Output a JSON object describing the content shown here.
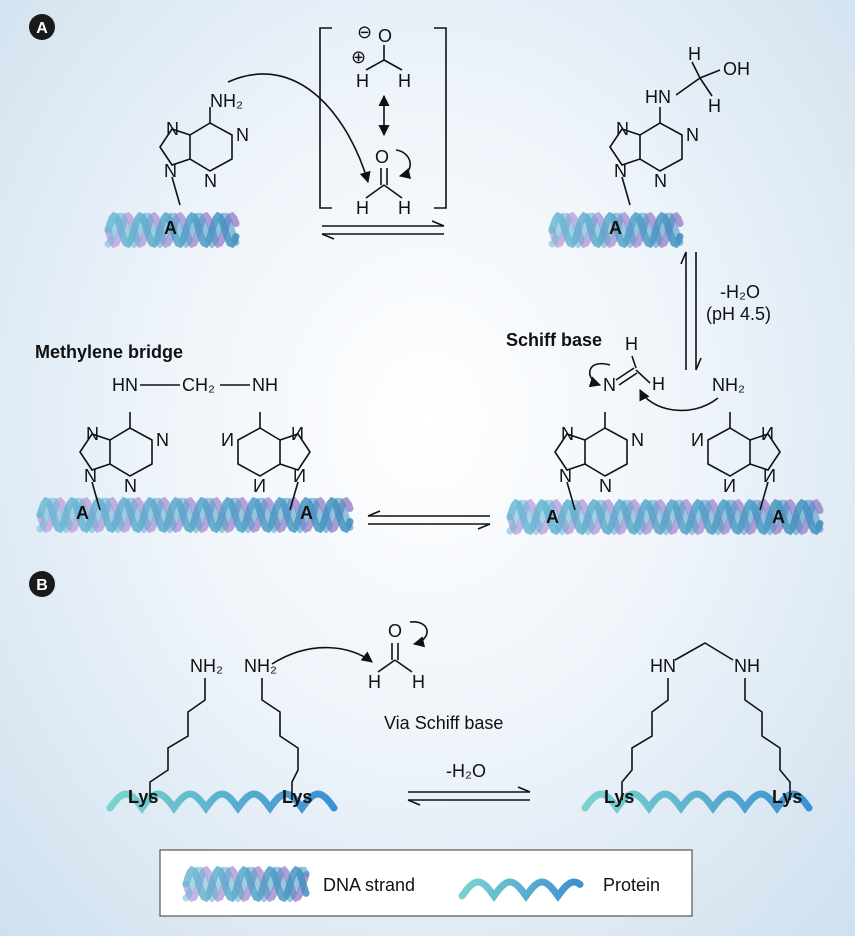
{
  "panels": {
    "a": {
      "badge": "A"
    },
    "b": {
      "badge": "B"
    }
  },
  "labels": {
    "schiff_base": "Schiff base",
    "methylene_bridge": "Methylene bridge",
    "dehydration": "-H₂O",
    "ph": "(pH 4.5)",
    "via_schiff": "Via Schiff base",
    "dehydration_b": "-H₂O",
    "lys": "Lys",
    "adenine_a": "A"
  },
  "atoms": {
    "nh2": "NH₂",
    "n": "N",
    "o": "O",
    "h": "H",
    "oh": "OH",
    "hn": "HN",
    "nh": "NH",
    "ch2": "CH₂",
    "minus": "⊖",
    "plus": "⊕"
  },
  "legend": {
    "dna_label": "DNA strand",
    "protein_label": "Protein"
  },
  "colors": {
    "dna_purple": "#b69bd6",
    "dna_teal": "#5aa9c9",
    "protein_teal": "#6cc6c4",
    "protein_blue": "#4f94cf",
    "badge": "#1a1a1a"
  }
}
